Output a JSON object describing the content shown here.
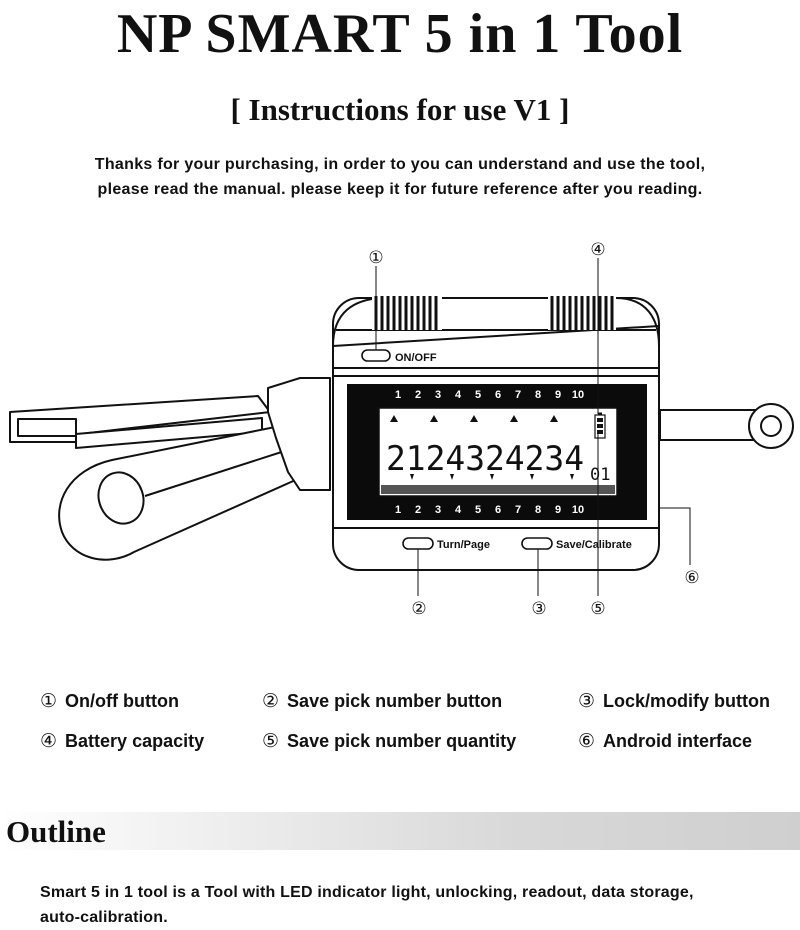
{
  "header": {
    "title": "NP SMART 5 in 1 Tool",
    "subtitle": "[ Instructions for use V1 ]",
    "intro_line1": "Thanks for your purchasing, in order to you can understand and use the tool,",
    "intro_line2": "please read the manual. please keep it for future reference after you reading."
  },
  "device": {
    "on_off_label": "ON/OFF",
    "turn_page_label": "Turn/Page",
    "save_calibrate_label": "Save/Calibrate",
    "pin_numbers": [
      "1",
      "2",
      "3",
      "4",
      "5",
      "6",
      "7",
      "8",
      "9",
      "10"
    ],
    "lcd_digits": "2124324234",
    "lcd_count": "01",
    "callouts": [
      "①",
      "②",
      "③",
      "④",
      "⑤",
      "⑥"
    ]
  },
  "legend": {
    "items": [
      {
        "num": "①",
        "label": "On/off button"
      },
      {
        "num": "②",
        "label": "Save pick number button"
      },
      {
        "num": "③",
        "label": "Lock/modify button"
      },
      {
        "num": "④",
        "label": "Battery capacity"
      },
      {
        "num": "⑤",
        "label": "Save pick number quantity"
      },
      {
        "num": "⑥",
        "label": "Android interface"
      }
    ]
  },
  "outline": {
    "title": "Outline",
    "text_line1": "Smart 5 in 1 tool is a Tool with LED indicator light, unlocking, readout, data storage,",
    "text_line2": "auto-calibration."
  }
}
